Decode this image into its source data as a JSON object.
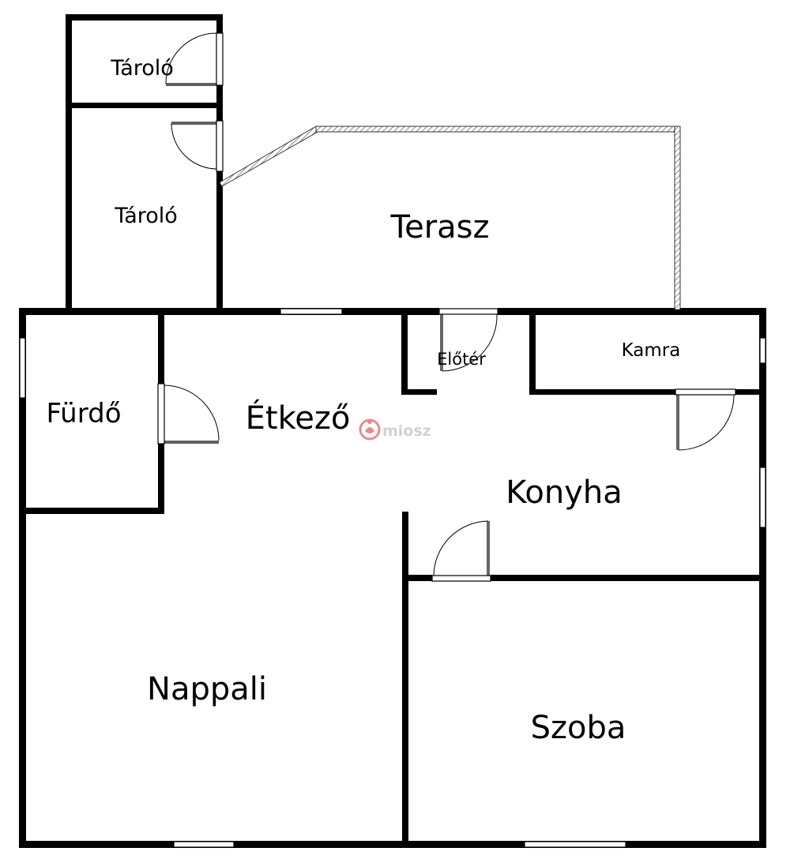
{
  "rooms": {
    "tarolo_top": "Tároló",
    "tarolo_bottom": "Tároló",
    "terasz": "Terasz",
    "furdo": "Fürdő",
    "etkezo": "Étkező",
    "eloter": "Előtér",
    "kamra": "Kamra",
    "konyha": "Konyha",
    "nappali": "Nappali",
    "szoba": "Szoba"
  },
  "watermark": {
    "text": "miosz",
    "color": "#e8747c"
  },
  "colors": {
    "wall": "#000000",
    "background": "#ffffff"
  }
}
